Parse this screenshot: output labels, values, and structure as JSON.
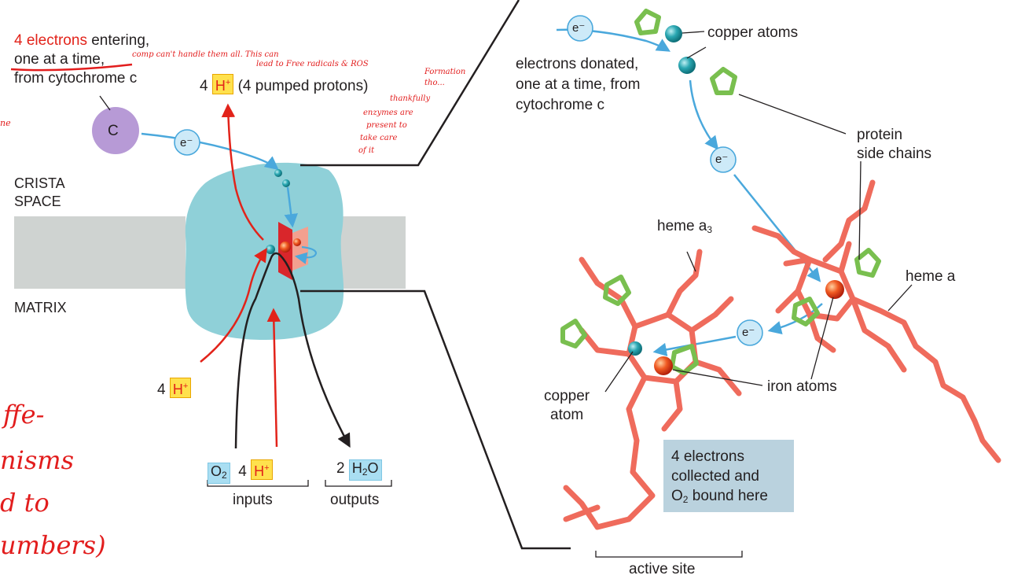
{
  "colors": {
    "protein": "#8fd0d8",
    "membrane": "#cfd3d1",
    "electron_arrow": "#4aa8dc",
    "proton_arrow": "#e2231a",
    "heme": "#ef6b5c",
    "side_chain": "#79bf4f",
    "copper_atom": "#1d9aa6",
    "iron_atom": "#e63b1e",
    "cytochrome_c": "#b79ad6",
    "info_box": "#bad2de",
    "handwriting": "#e21d1d"
  },
  "left_panel": {
    "electrons_entering": {
      "highlight": "4 electrons",
      "rest": " entering,",
      "line2": "one at a time,",
      "line3": "from cytochrome c"
    },
    "cytochrome_c_label": "C",
    "electron_symbol": "e⁻",
    "pumped": {
      "count": "4",
      "ion_base": "H",
      "ion_charge": "+",
      "text": "(4 pumped protons)"
    },
    "crista_space": {
      "line1": "CRISTA",
      "line2": "SPACE"
    },
    "matrix": "MATRIX",
    "matrix_protons": {
      "count": "4",
      "ion_base": "H",
      "ion_charge": "+"
    },
    "inputs": {
      "o2_base": "O",
      "o2_sub": "2",
      "h_count": "4",
      "h_base": "H",
      "h_charge": "+",
      "label": "inputs"
    },
    "outputs": {
      "count": "2",
      "h2o_h": "H",
      "h2o_sub": "2",
      "h2o_o": "O",
      "label": "outputs"
    }
  },
  "right_panel": {
    "electron_symbol": "e⁻",
    "copper_atoms_label": "copper atoms",
    "electrons_donated": {
      "line1": "electrons donated,",
      "line2": "one at a time, from",
      "line3": "cytochrome c"
    },
    "protein_side_chains": {
      "line1": "protein",
      "line2": "side chains"
    },
    "heme_a3": {
      "base": "heme a",
      "sub": "3"
    },
    "heme_a": "heme a",
    "iron_atoms": "iron atoms",
    "copper_atom": {
      "line1": "copper",
      "line2": "atom"
    },
    "collected_box": {
      "line1": "4 electrons",
      "line2": "collected and",
      "line3_base": "O",
      "line3_sub": "2",
      "line3_rest": " bound here"
    },
    "active_site": "active site"
  },
  "handwriting": {
    "note1": "comp can't handle them all. This can",
    "note2": "lead to Free radicals & ROS",
    "note3": "Formation",
    "note4": "tho...",
    "note5": "thankfully",
    "note6": "enzymes are",
    "note7": "present to",
    "note8": "take care",
    "note9": "of it",
    "margin_partial": "ne",
    "left_scribble1": "ffe-",
    "left_scribble2": "nisms",
    "left_scribble3": "d to",
    "left_scribble4": "umbers)"
  }
}
